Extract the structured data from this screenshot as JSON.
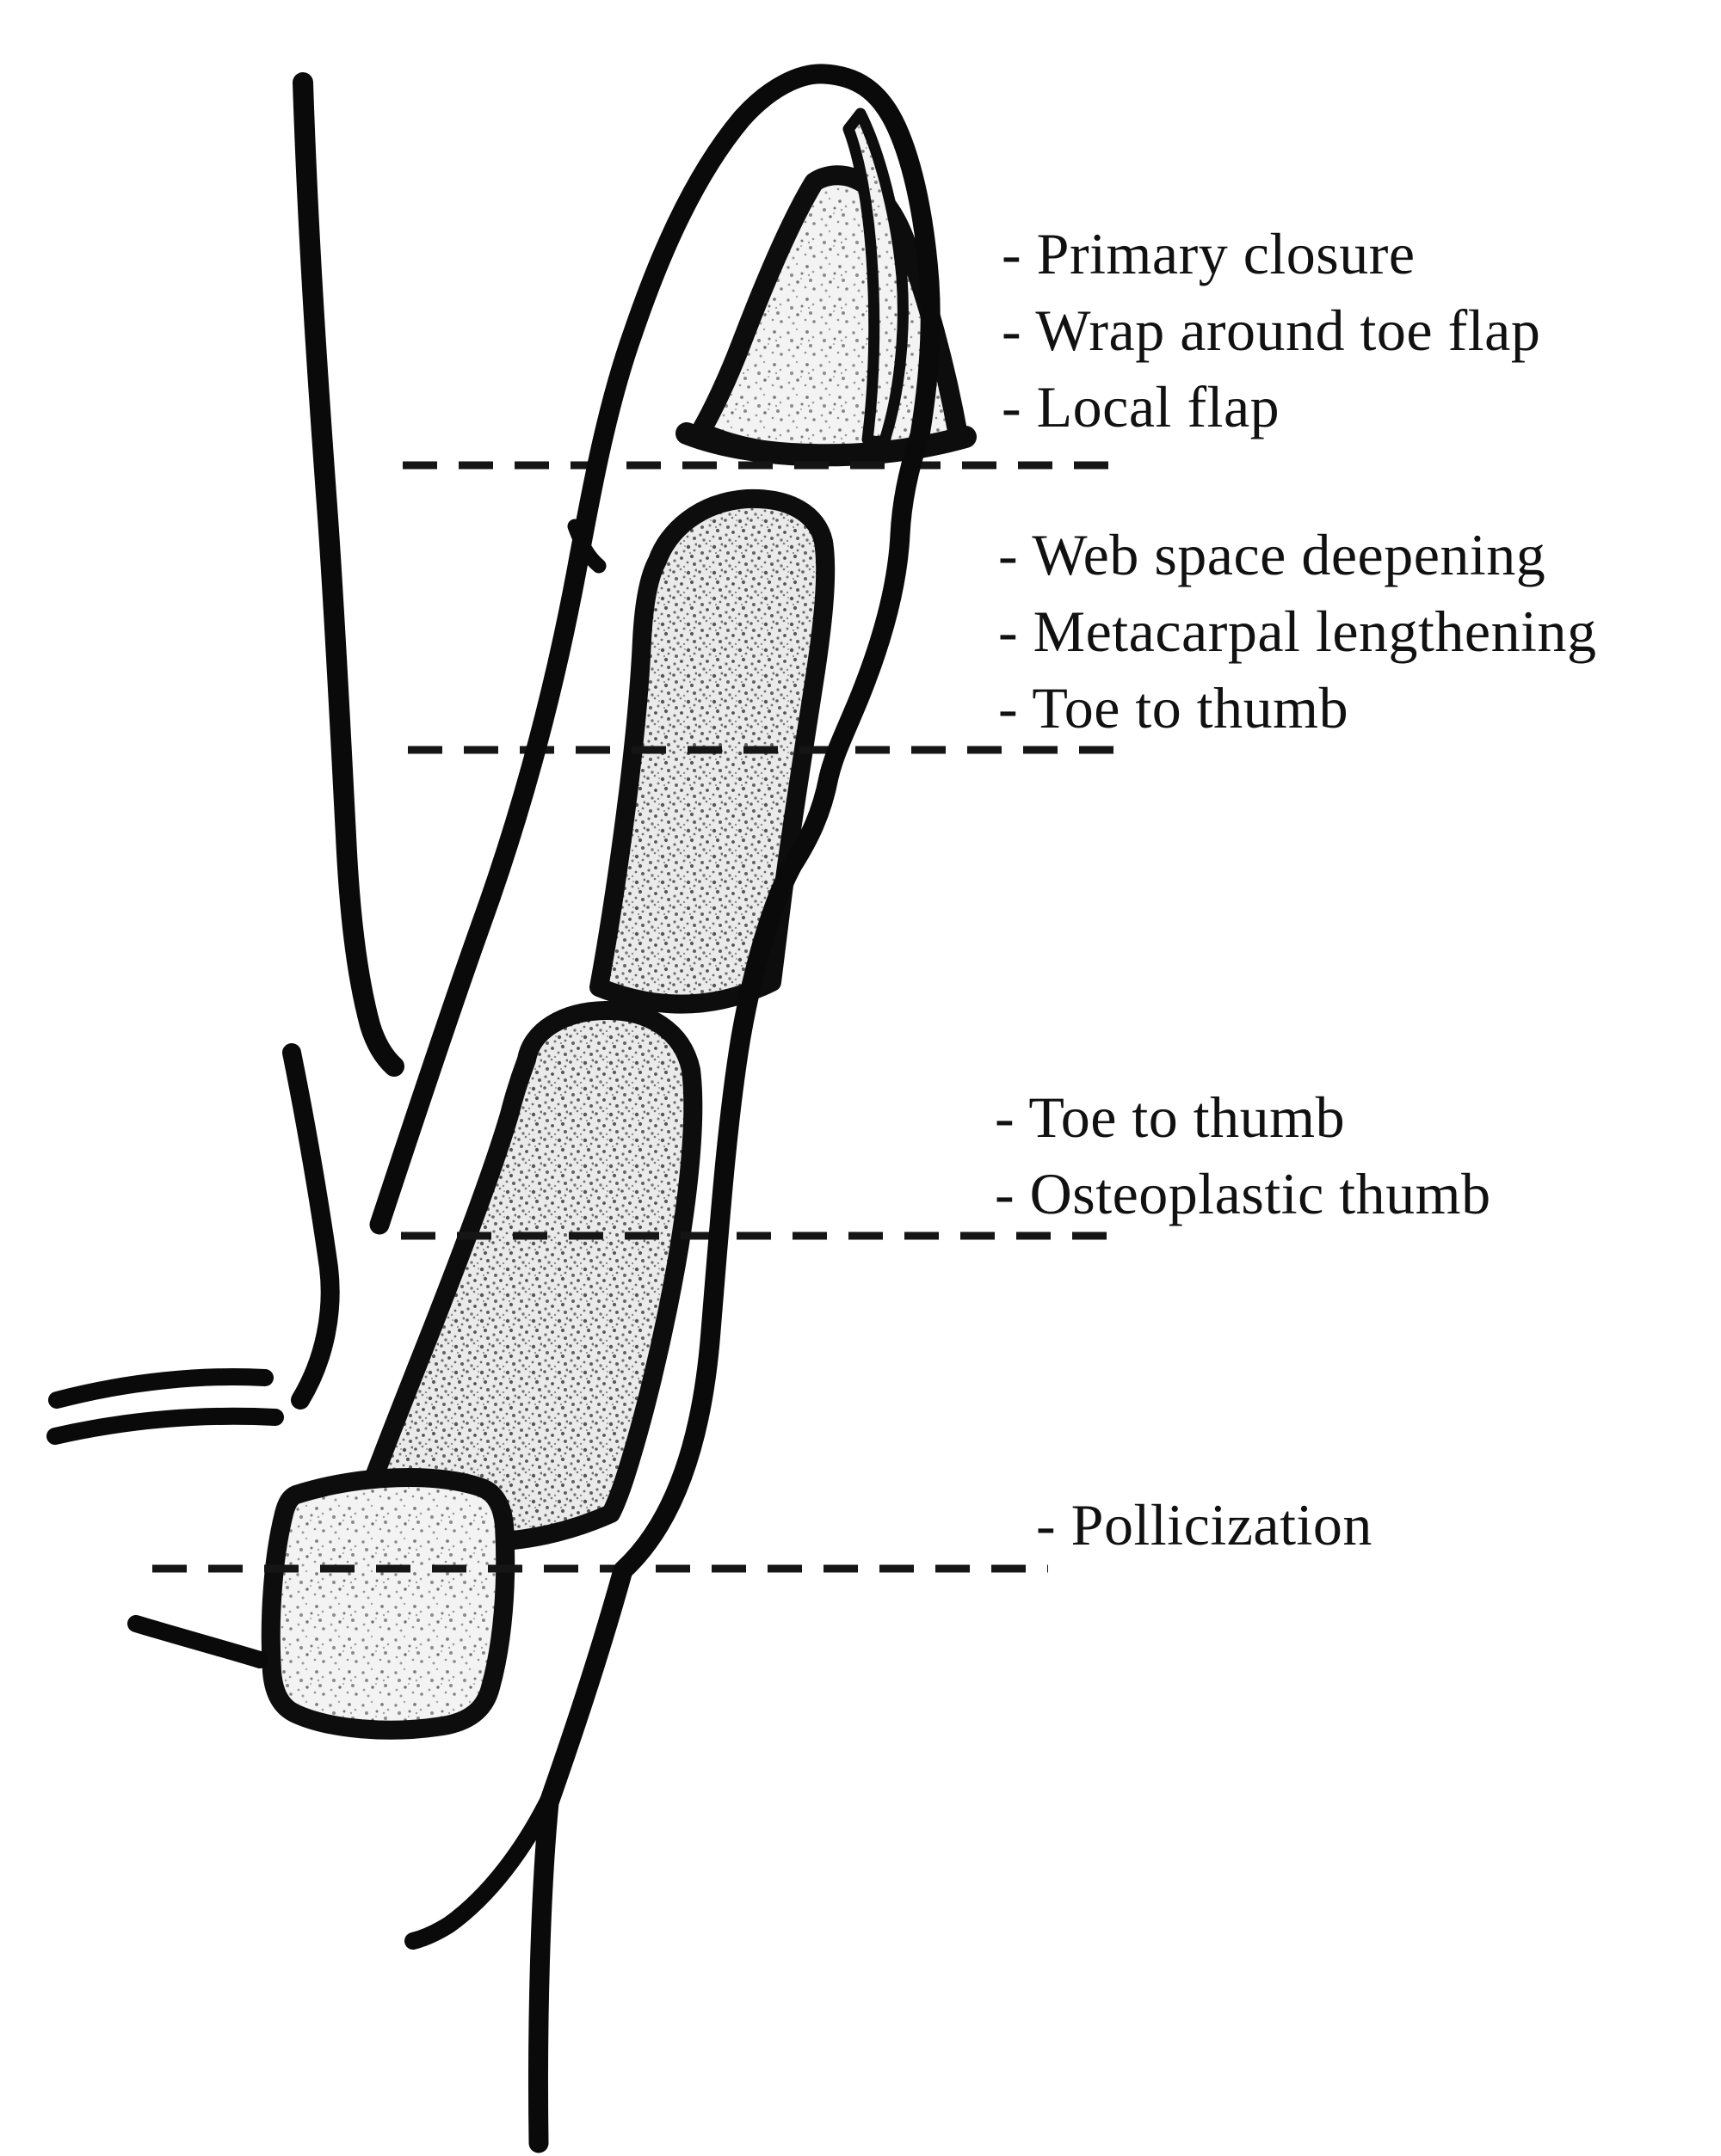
{
  "figure_type": "thumb amputation level diagram",
  "colors": {
    "background": "#ffffff",
    "ink": "#0d0d0d",
    "bone_fill_light": "#f3f3f3",
    "bone_fill_dark": "#ebebeb",
    "speckle": "#6f6f6f"
  },
  "drawing_parts": [
    "forearm-outline",
    "thumb-outline",
    "wrist-crease-lines",
    "distal-phalanx-bone",
    "nail",
    "proximal-phalanx-bone",
    "metacarpal-bone",
    "trapezium-bone"
  ],
  "levels": [
    {
      "level": "1",
      "labels": [
        "- Primary closure",
        "- Wrap around toe flap",
        "- Local flap"
      ]
    },
    {
      "level": "2",
      "labels": [
        "- Web space deepening",
        "- Metacarpal lengthening",
        "- Toe to thumb"
      ]
    },
    {
      "level": "3",
      "labels": [
        "- Toe to thumb",
        "- Osteoplastic thumb"
      ]
    },
    {
      "level": "4",
      "labels": [
        "- Pollicization"
      ]
    }
  ]
}
